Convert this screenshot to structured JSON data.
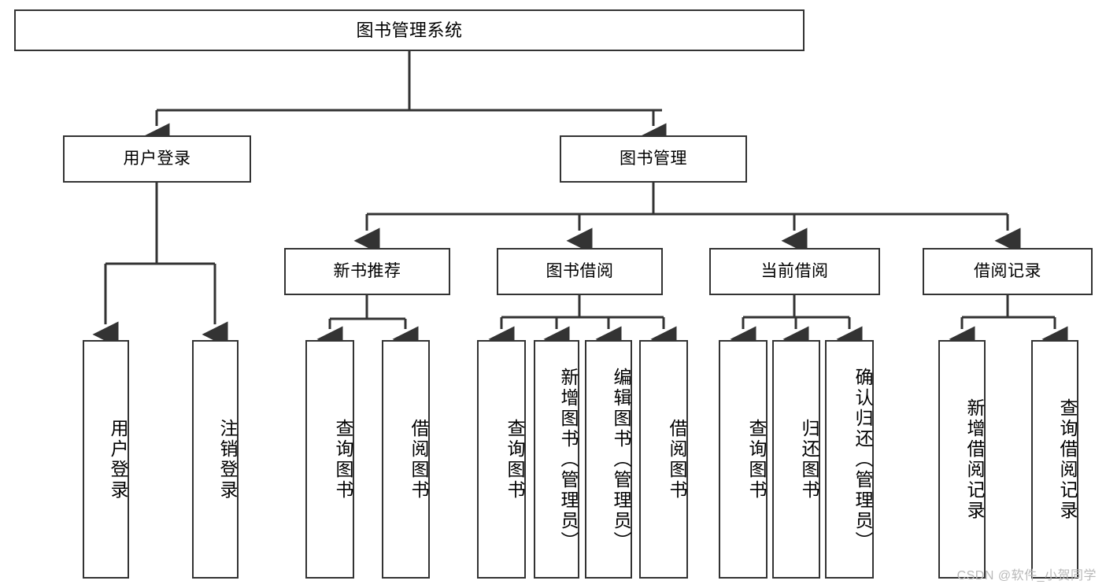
{
  "diagram": {
    "title": "图书管理系统",
    "type": "hierarchy-tree",
    "watermark": "CSDN @软件_小贺同学",
    "colors": {
      "box_border": "#333333",
      "box_fill": "#ffffff",
      "connector": "#333333",
      "text": "#000000",
      "watermark": "#b9b9b9"
    }
  },
  "nodes": {
    "root": {
      "label": "图书管理系统"
    },
    "level2": [
      {
        "id": "user-login",
        "label": "用户登录"
      },
      {
        "id": "book-manage",
        "label": "图书管理"
      }
    ],
    "level3": [
      {
        "id": "new-book-recommend",
        "label": "新书推荐"
      },
      {
        "id": "book-borrow",
        "label": "图书借阅"
      },
      {
        "id": "current-borrow",
        "label": "当前借阅"
      },
      {
        "id": "borrow-record",
        "label": "借阅记录"
      }
    ],
    "leaves": {
      "user-login": [
        {
          "id": "leaf-user-login",
          "label": "用户登录"
        },
        {
          "id": "leaf-logout-login",
          "label": "注销登录"
        }
      ],
      "new-book-recommend": [
        {
          "id": "leaf-query-book-1",
          "label": "查询图书"
        },
        {
          "id": "leaf-borrow-book-1",
          "label": "借阅图书"
        }
      ],
      "book-borrow": [
        {
          "id": "leaf-query-book-2",
          "label": "查询图书"
        },
        {
          "id": "leaf-add-book-admin",
          "label": "新增图书（管理员）"
        },
        {
          "id": "leaf-edit-book-admin",
          "label": "编辑图书（管理员）"
        },
        {
          "id": "leaf-borrow-book-2",
          "label": "借阅图书"
        }
      ],
      "current-borrow": [
        {
          "id": "leaf-query-book-3",
          "label": "查询图书"
        },
        {
          "id": "leaf-return-book",
          "label": "归还图书"
        },
        {
          "id": "leaf-confirm-return-admin",
          "label": "确认归还（管理员）"
        }
      ],
      "borrow-record": [
        {
          "id": "leaf-add-borrow-record",
          "label": "新增借阅记录"
        },
        {
          "id": "leaf-query-borrow-record",
          "label": "查询借阅记录"
        }
      ]
    }
  }
}
